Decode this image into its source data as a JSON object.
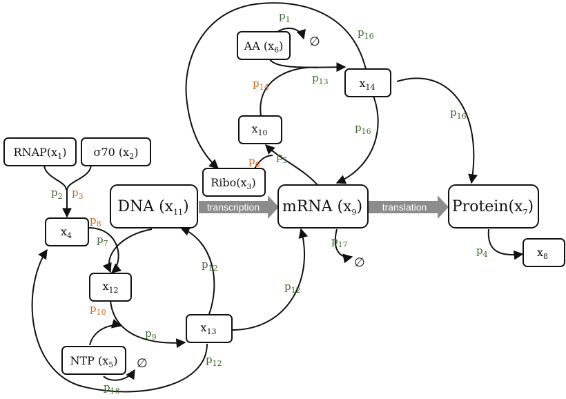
{
  "nodes": {
    "rnap": {
      "label": "RNAP",
      "var": "x",
      "sub": "1"
    },
    "sigma": {
      "label": "σ70",
      "var": "x",
      "sub": "2"
    },
    "x4": {
      "var": "x",
      "sub": "4"
    },
    "dna": {
      "label": "DNA",
      "var": "x",
      "sub": "11"
    },
    "mrna": {
      "label": "mRNA",
      "var": "x",
      "sub": "9"
    },
    "protein": {
      "label": "Protein",
      "var": "x",
      "sub": "7"
    },
    "x8": {
      "var": "x",
      "sub": "8"
    },
    "aa": {
      "label": "AA",
      "var": "x",
      "sub": "6"
    },
    "x14": {
      "var": "x",
      "sub": "14"
    },
    "x10": {
      "var": "x",
      "sub": "10"
    },
    "ribo": {
      "label": "Ribo",
      "var": "x",
      "sub": "3"
    },
    "x12": {
      "var": "x",
      "sub": "12"
    },
    "x13": {
      "var": "x",
      "sub": "13"
    },
    "ntp": {
      "label": "NTP",
      "var": "x",
      "sub": "5"
    }
  },
  "process_arrows": {
    "transcription": "transcription",
    "translation": "translation"
  },
  "empty_set": "∅",
  "params": {
    "p1": "1",
    "p2": "2",
    "p3": "3",
    "p4": "4",
    "p5": "5",
    "p6": "6",
    "p7": "7",
    "p8": "8",
    "p9": "9",
    "p10": "10",
    "p12": "12",
    "p13": "13",
    "p14": "14",
    "p16": "16",
    "p17": "17",
    "p18": "18"
  },
  "colors": {
    "green": "#3d6b2d",
    "orange": "#d2691e",
    "arrow_gray": "#8c8c8c"
  }
}
